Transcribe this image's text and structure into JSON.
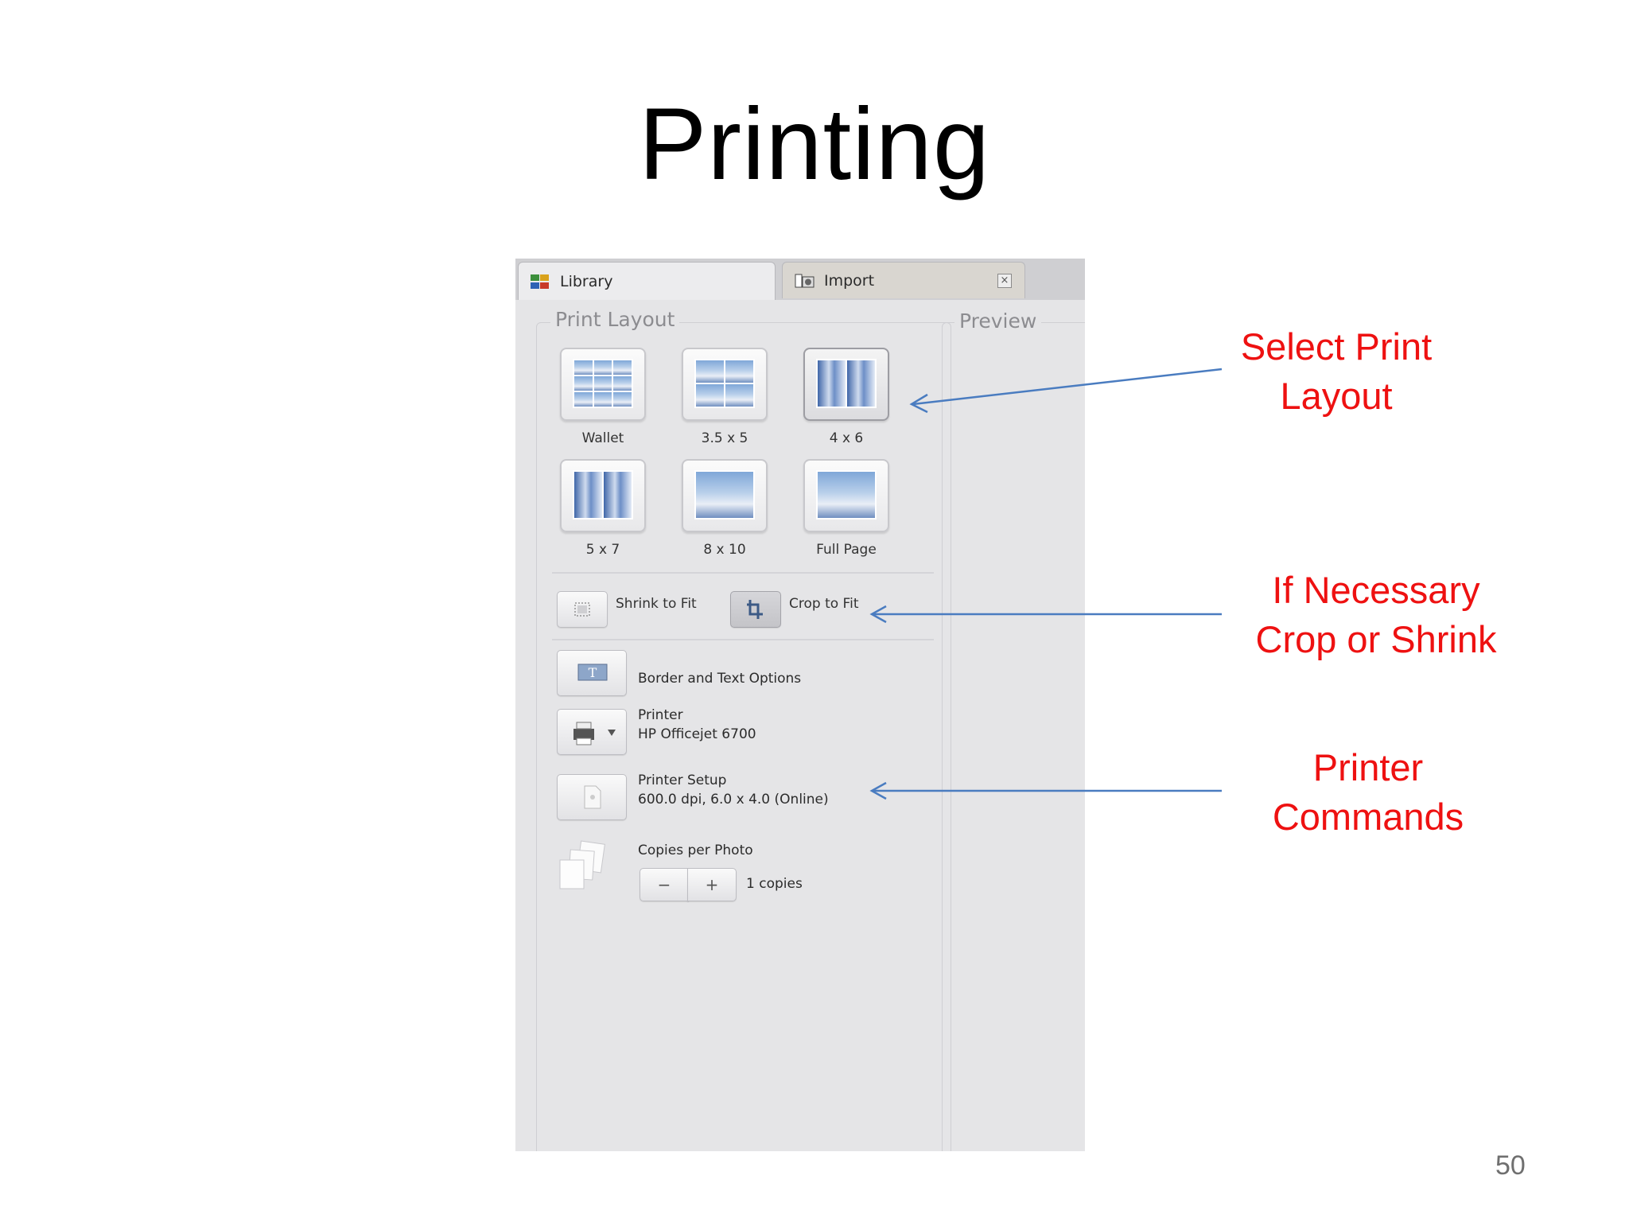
{
  "slide": {
    "title": "Printing",
    "page_number": "50"
  },
  "tabs": {
    "library": {
      "label": "Library",
      "icon": "library-icon"
    },
    "import": {
      "label": "Import",
      "icon": "import-camera-icon",
      "close_icon": "close-icon"
    }
  },
  "print_layout": {
    "section_label": "Print Layout",
    "options": [
      {
        "label": "Wallet",
        "selected": false
      },
      {
        "label": "3.5 x 5",
        "selected": false
      },
      {
        "label": "4 x 6",
        "selected": true
      },
      {
        "label": "5 x 7",
        "selected": false
      },
      {
        "label": "8 x 10",
        "selected": false
      },
      {
        "label": "Full Page",
        "selected": false
      }
    ]
  },
  "preview": {
    "section_label": "Preview"
  },
  "fit": {
    "shrink_label": "Shrink to Fit",
    "crop_label": "Crop to Fit",
    "selected": "crop"
  },
  "options": {
    "border_text_label": "Border and Text Options",
    "printer_label": "Printer",
    "printer_value": "HP Officejet 6700",
    "printer_setup_label": "Printer Setup",
    "printer_setup_value": "600.0 dpi, 6.0 x 4.0 (Online)",
    "copies_label": "Copies per Photo",
    "minus": "−",
    "plus": "+",
    "copies_value": "1 copies"
  },
  "annotations": {
    "select_layout": [
      "Select Print",
      "Layout"
    ],
    "crop_shrink": [
      "If Necessary",
      "Crop or Shrink"
    ],
    "printer_commands": [
      "Printer",
      "Commands"
    ],
    "arrow_color": "#4a7cc0",
    "text_color": "#ee1111"
  }
}
